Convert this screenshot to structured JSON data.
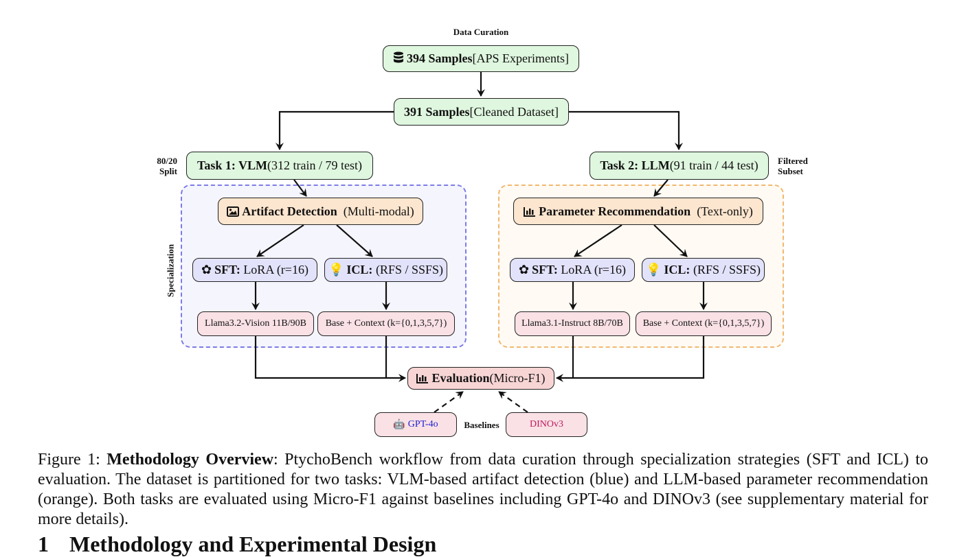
{
  "diagram": {
    "section_label": "Data Curation",
    "raw": {
      "icon": "database-icon",
      "bold": "394 Samples",
      "text": " [APS Experiments]"
    },
    "cleaned": {
      "bold": "391 Samples",
      "text": " [Cleaned Dataset]"
    },
    "task1": {
      "bold": "Task 1: VLM",
      "text": " (312 train / 79 test)",
      "side_label_1": "80/20",
      "side_label_2": "Split"
    },
    "task2": {
      "bold": "Task 2: LLM",
      "text": " (91 train / 44 test)",
      "side_label_1": "Filtered",
      "side_label_2": "Subset"
    },
    "specialization_label": "Specialization",
    "left": {
      "color": "#7b7be8",
      "head": {
        "icon": "image-icon",
        "bold": "Artifact Detection",
        "text": "  (Multi-modal)"
      },
      "sft": {
        "icon": "gear-icon",
        "bold": "SFT:",
        "text": " LoRA (r=16)"
      },
      "icl": {
        "icon": "lightbulb-icon",
        "bold": "ICL:",
        "text": " (RFS / SSFS)"
      },
      "sft_model": "Llama3.2-Vision 11B/90B",
      "icl_model": "Base + Context (k={0,1,3,5,7})"
    },
    "right": {
      "color": "#f0b870",
      "head": {
        "icon": "bar-chart-icon",
        "bold": "Parameter Recommendation",
        "text": "  (Text-only)"
      },
      "sft": {
        "icon": "gear-icon",
        "bold": "SFT:",
        "text": " LoRA (r=16)"
      },
      "icl": {
        "icon": "lightbulb-icon",
        "bold": "ICL:",
        "text": " (RFS / SSFS)"
      },
      "sft_model": "Llama3.1-Instruct 8B/70B",
      "icl_model": "Base + Context (k={0,1,3,5,7})"
    },
    "evaluation": {
      "icon": "bar-chart-icon",
      "bold": "Evaluation",
      "text": " (Micro-F1)"
    },
    "baselines_label": "Baselines",
    "baseline1": {
      "icon": "robot-icon",
      "text": "GPT-4o",
      "color": "#2020d0"
    },
    "baseline2": {
      "text": "DINOv3",
      "color": "#c0185a"
    }
  },
  "caption": {
    "prefix": "Figure 1: ",
    "bold": "Methodology Overview",
    "text": ": PtychoBench workflow from data curation through specialization strategies (SFT and ICL) to evaluation. The dataset is partitioned for two tasks: VLM-based artifact detection (blue) and LLM-based parameter recommendation (orange). Both tasks are evaluated using Micro-F1 against baselines including GPT-4o and DINOv3 (see supplementary material for more details)."
  },
  "section_heading": {
    "number": "1",
    "title": "Methodology and Experimental Design"
  }
}
